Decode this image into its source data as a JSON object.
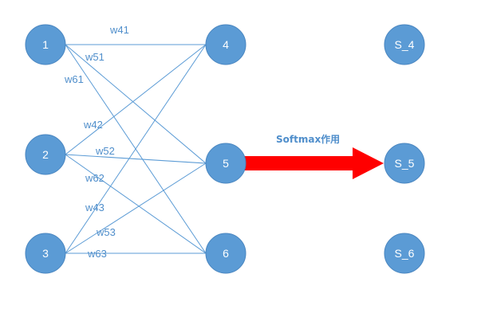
{
  "nodes": {
    "n1": "1",
    "n2": "2",
    "n3": "3",
    "n4": "4",
    "n5": "5",
    "n6": "6",
    "s4": "S_4",
    "s5": "S_5",
    "s6": "S_6"
  },
  "weights": {
    "w41": "w41",
    "w51": "w51",
    "w61": "w61",
    "w42": "w42",
    "w52": "w52",
    "w62": "w62",
    "w43": "w43",
    "w53": "w53",
    "w63": "w63"
  },
  "arrow": {
    "label": "Softmax作用",
    "color": "#ff0000"
  },
  "colors": {
    "node_fill": "#5b9bd5",
    "edge": "#5b9bd5",
    "weight_text": "#4f8ecb"
  }
}
